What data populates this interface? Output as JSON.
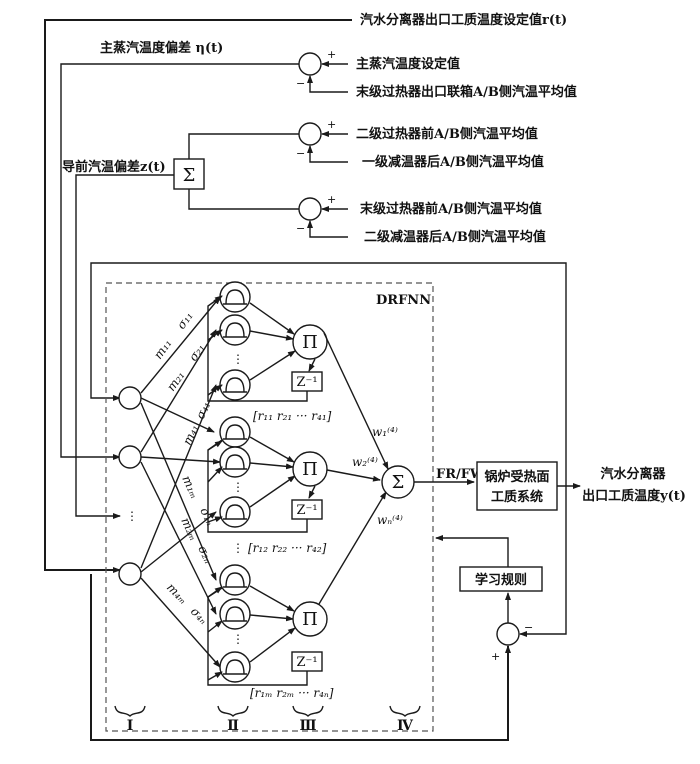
{
  "diagram": {
    "type": "block-diagram",
    "title": "DRFNN",
    "top_inputs": {
      "separator_setpoint": "汽水分离器出口工质温度设定值r(t)",
      "main_steam_dev_label": "主蒸汽温度偏差 η(t)",
      "main_steam_setpoint": "主蒸汽温度设定值",
      "final_sh_outlet_avg": "末级过热器出口联箱A/B侧汽温平均值",
      "lead_temp_dev_label": "导前汽温偏差z(t)",
      "secondary_sh_inlet_avg": "二级过热器前A/B侧汽温平均值",
      "primary_desuper_outlet_avg": "一级减温器后A/B侧汽温平均值",
      "final_sh_inlet_avg": "末级过热器前A/B侧汽温平均值",
      "secondary_desuper_outlet_avg": "二级减温器后A/B侧汽温平均值"
    },
    "signs": {
      "plus": "+",
      "minus": "−"
    },
    "sum_symbol": "Σ",
    "product_symbol": "Π",
    "delay_label": "Z⁻¹",
    "vertical_dots": "⋮",
    "horizontal_dots": "···",
    "edge_labels": {
      "m11": "m₁₁",
      "s11": "σ₁₁",
      "m21": "m₂₁",
      "s21": "σ₂₁",
      "s41": "σ₄₁",
      "m41": "m₄₁",
      "m1m": "m₁ₘ",
      "s1n": "σ₁ₙ",
      "m2m": "m₂ₘ",
      "s2n": "σ₂ₙ",
      "m4m": "m₄ₘ",
      "s4n": "σ₄ₙ",
      "w1": "w₁⁽⁴⁾",
      "w2": "w₂⁽⁴⁾",
      "wn": "wₙ⁽⁴⁾"
    },
    "recurrent_vectors": [
      "[r₁₁   r₂₁   ···   r₄₁]",
      "[r₁₂   r₂₂   ···   r₄₂]",
      "[r₁ₘ   r₂ₘ   ···   r₄ₙ]"
    ],
    "output_signal": "FR/FW",
    "plant_block": [
      "锅炉受热面",
      "工质系统"
    ],
    "plant_output": [
      "汽水分离器",
      "出口工质温度y(t)"
    ],
    "learning_rule": "学习规则",
    "layers": [
      "Ⅰ",
      "Ⅱ",
      "Ⅲ",
      "Ⅳ"
    ]
  }
}
